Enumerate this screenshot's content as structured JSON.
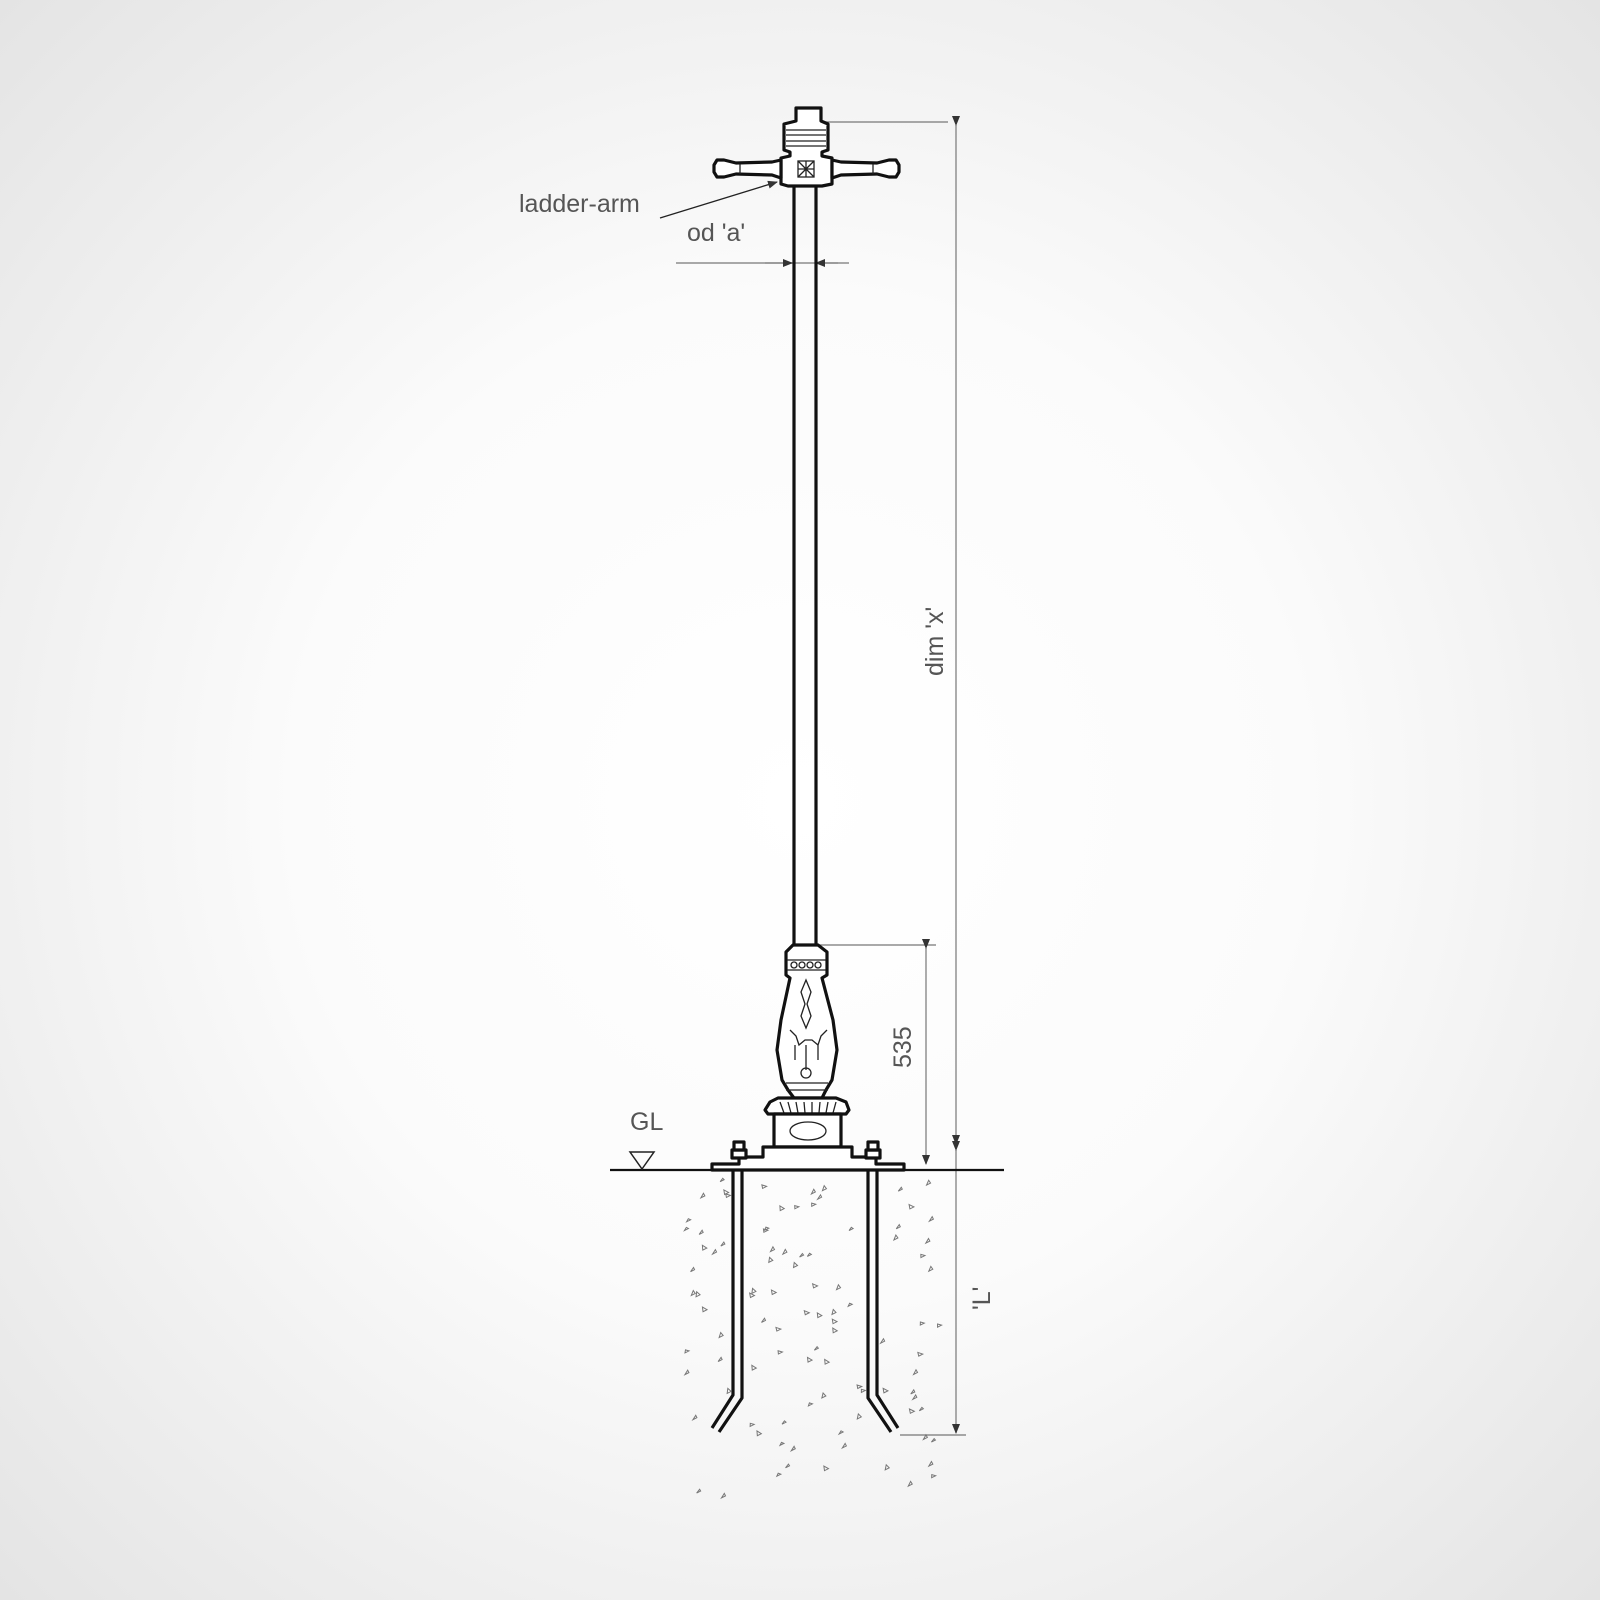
{
  "labels": {
    "ladder_arm": "ladder-arm",
    "od_a": "od 'a'",
    "dim_x": "dim 'x'",
    "base_height": "535",
    "embed_length": "'L'",
    "ground_level": "GL"
  }
}
